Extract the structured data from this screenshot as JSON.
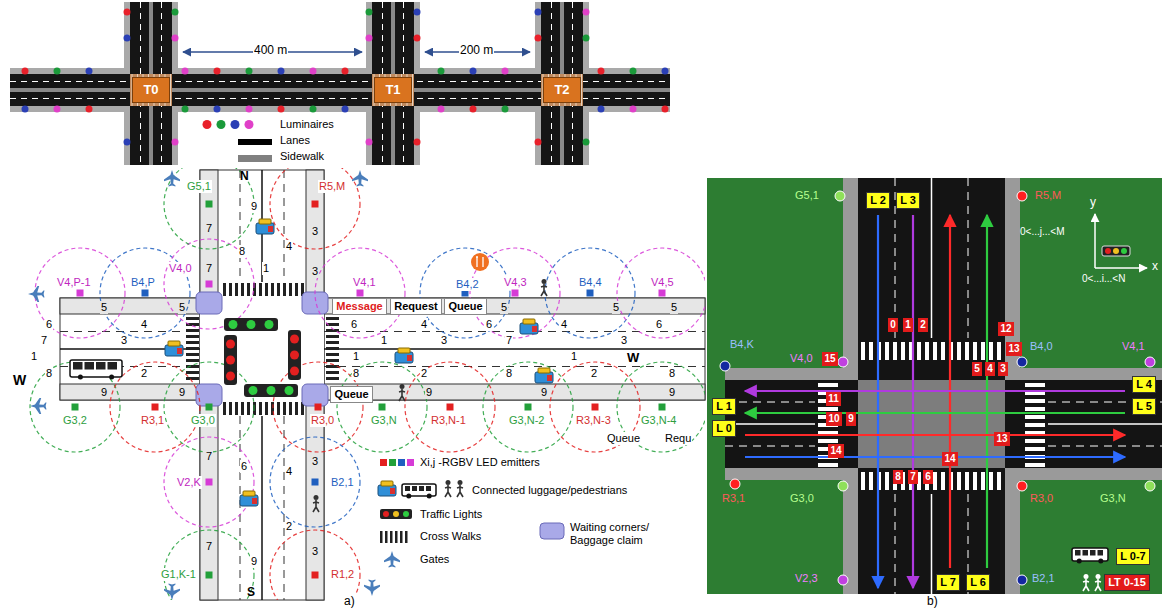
{
  "diagram": {
    "nodes": [
      {
        "text": [
          "T0"
        ]
      },
      {
        "text": [
          "T1"
        ]
      },
      {
        "text": [
          "T2"
        ]
      },
      {
        "text": [
          "Message"
        ]
      },
      {
        "text": [
          "Request"
        ]
      },
      {
        "text": [
          "Queue"
        ]
      },
      {
        "text": [
          "Queue"
        ]
      },
      {
        "text": [
          "L 2"
        ]
      },
      {
        "text": [
          "L 3"
        ]
      },
      {
        "text": [
          "L 4"
        ]
      },
      {
        "text": [
          "L 5"
        ]
      },
      {
        "text": [
          "L 1"
        ]
      },
      {
        "text": [
          "L 0"
        ]
      },
      {
        "text": [
          "L 7"
        ]
      },
      {
        "text": [
          "L 6"
        ]
      },
      {
        "text": [
          "L 0-7"
        ]
      },
      {
        "text": [
          "LT 0-15"
        ]
      },
      {
        "text": [
          "0"
        ]
      },
      {
        "text": [
          "1"
        ]
      },
      {
        "text": [
          "2"
        ]
      },
      {
        "text": [
          "12"
        ]
      },
      {
        "text": [
          "13"
        ]
      },
      {
        "text": [
          "5"
        ]
      },
      {
        "text": [
          "4"
        ]
      },
      {
        "text": [
          "3"
        ]
      },
      {
        "text": [
          "15"
        ]
      },
      {
        "text": [
          "11"
        ]
      },
      {
        "text": [
          "10"
        ]
      },
      {
        "text": [
          "9"
        ]
      },
      {
        "text": [
          "14"
        ]
      },
      {
        "text": [
          "8"
        ]
      },
      {
        "text": [
          "7"
        ]
      },
      {
        "text": [
          "6"
        ]
      },
      {
        "text": [
          "14"
        ]
      },
      {
        "text": [
          "13"
        ]
      }
    ],
    "labels": [
      "400 m",
      "200 m",
      "N",
      "S",
      "W",
      "W",
      "G5,1",
      "R5,M",
      "V4,0",
      "B4,P",
      "V4,P-1",
      "V4,1",
      "B4,2",
      "V4,3",
      "B4,4",
      "V4,5",
      "G3,2",
      "R3,1",
      "G3,0",
      "R3,0",
      "G3,N",
      "R3,N-1",
      "G3,N-2",
      "R3,N-3",
      "G3,N-4",
      "V2,K",
      "B2,1",
      "G1,K-1",
      "R1,2",
      "Queue",
      "Requ",
      "a)",
      "b)",
      "5",
      "5",
      "5",
      "5",
      "5",
      "6",
      "4",
      "6",
      "4",
      "6",
      "4",
      "6",
      "7",
      "3",
      "1",
      "3",
      "7",
      "3",
      "1",
      "1",
      "1",
      "8",
      "2",
      "8",
      "2",
      "8",
      "2",
      "8",
      "9",
      "9",
      "9",
      "9",
      "9",
      "7",
      "7",
      "7",
      "7",
      "3",
      "3",
      "3",
      "3",
      "9",
      "8",
      "1",
      "4",
      "6",
      "4",
      "2",
      "9",
      "y",
      "x",
      "0<...j...<M",
      "0<...i...<N",
      "G5,1",
      "R5,M",
      "B4,K",
      "V4,0",
      "B4,0",
      "V4,1",
      "R3,1",
      "G3,0",
      "R3,0",
      "G3,N",
      "V2,3",
      "B2,1"
    ],
    "legend": [
      {
        "text": "Luminaires"
      },
      {
        "text": "Lanes",
        "color": "#000000"
      },
      {
        "text": "Sidewalk",
        "color": "#808080"
      },
      {
        "text": "Xi,j -RGBV LED emitters"
      },
      {
        "text": "Connected luggage/pedestrians"
      },
      {
        "text": "Traffic Lights"
      },
      {
        "text": "Cross Walks"
      },
      {
        "text": "Waiting corners/ Baggage claim"
      },
      {
        "text": "Gates"
      }
    ]
  }
}
